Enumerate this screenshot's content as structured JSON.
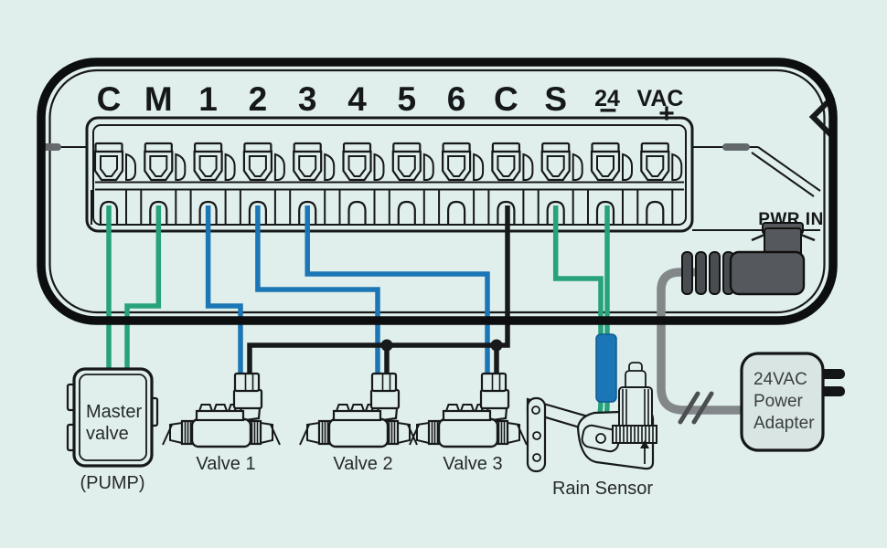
{
  "controller": {
    "terminal_labels": [
      "C",
      "M",
      "1",
      "2",
      "3",
      "4",
      "5",
      "6",
      "C",
      "S",
      "24",
      "VAC"
    ],
    "minus_symbol": "–",
    "plus_symbol": "+",
    "pwr_in_label": "PWR IN"
  },
  "components": {
    "master_valve_label_line1": "Master",
    "master_valve_label_line2": "valve",
    "master_valve_sublabel": "(PUMP)",
    "valve_labels": [
      "Valve 1",
      "Valve 2",
      "Valve 3"
    ],
    "rain_sensor_label": "Rain Sensor",
    "power_adapter_lines": [
      "24VAC",
      "Power",
      "Adapter"
    ]
  },
  "colors": {
    "background": "#e0efec",
    "wire_green": "#27a27c",
    "wire_blue": "#1a76b4",
    "wire_black": "#17191b",
    "cable_gray": "#83878a",
    "sleeve_blue": "#1a76b4",
    "plug_dark": "#55595d",
    "plug_ribs": "#494d51",
    "adapter_fill": "#d8e5e2",
    "prong_black": "#131517"
  }
}
